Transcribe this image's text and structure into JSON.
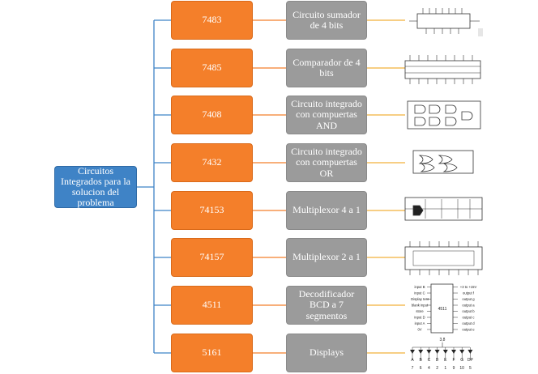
{
  "root": {
    "label": "Circuitos Integrados para la solucion del problema"
  },
  "rows": [
    {
      "chip": "7483",
      "function": "Circuito sumador de 4 bits"
    },
    {
      "chip": "7485",
      "function": "Comparador de 4 bits"
    },
    {
      "chip": "7408",
      "function": "Circuito integrado con compuertas AND"
    },
    {
      "chip": "7432",
      "function": "Circuito integrado con compuertas OR"
    },
    {
      "chip": "74153",
      "function": "Multiplexor 4 a 1"
    },
    {
      "chip": "74157",
      "function": "Multiplexor 2 a 1"
    },
    {
      "chip": "4511",
      "function": "Decodificador  BCD a 7 segmentos"
    },
    {
      "chip": "5161",
      "function": "Displays"
    }
  ],
  "pinout_4511": {
    "left": [
      "input B",
      "input C",
      "Display test",
      "blank input",
      "store",
      "input D",
      "input A",
      "0V"
    ],
    "right": [
      "+3 to +15V",
      "output f",
      "output g",
      "output a",
      "output b",
      "output c",
      "output d",
      "output e"
    ],
    "part": "4511"
  },
  "display_5161": {
    "common": "3,8",
    "segments": [
      "A",
      "B",
      "C",
      "D",
      "E",
      "F",
      "G",
      "DP"
    ],
    "pins": [
      "7",
      "6",
      "4",
      "2",
      "1",
      "9",
      "10",
      "5"
    ]
  },
  "colors": {
    "root": "#3f83c6",
    "chip": "#f47f2a",
    "function": "#9b9b9b",
    "connector_blue": "#3f83c6",
    "connector_orange": "#f47f2a",
    "connector_gold": "#f2b13a"
  }
}
